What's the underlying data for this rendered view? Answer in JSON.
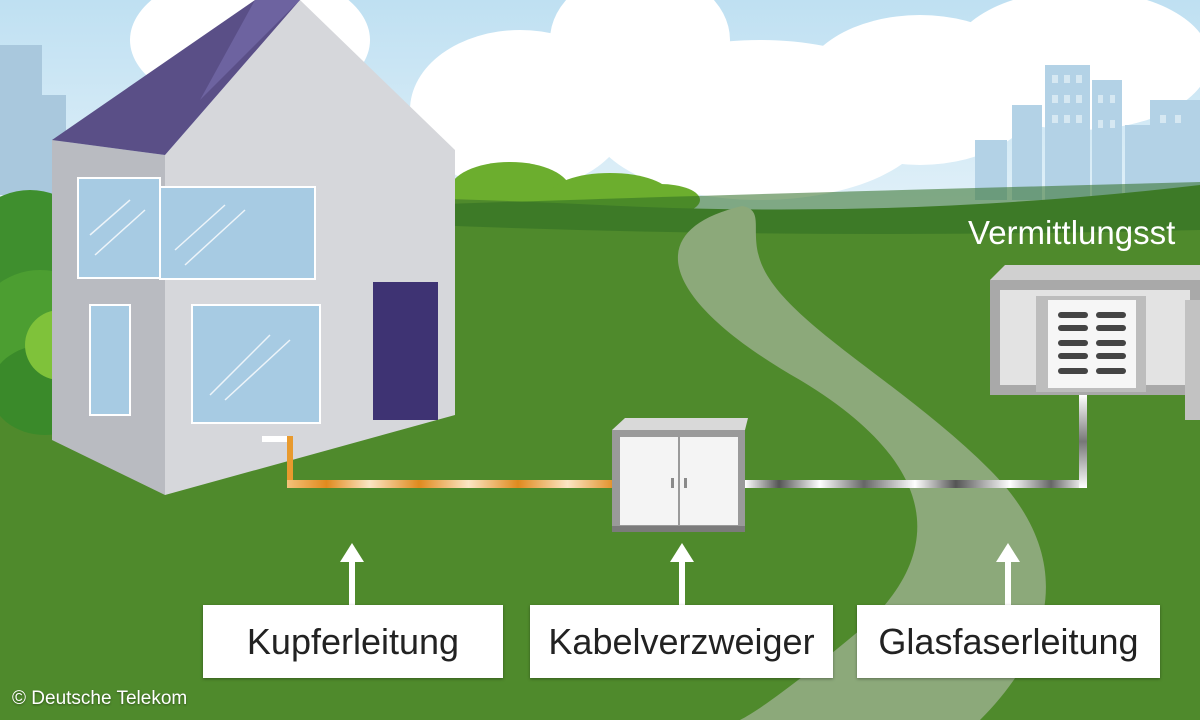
{
  "labels": {
    "copper_line": "Kupferleitung",
    "cable_distributor": "Kabelverzweiger",
    "fiber_line": "Glasfaserleitung",
    "exchange": "Vermittlungsst"
  },
  "copyright": "© Deutsche Telekom",
  "colors": {
    "sky": "#cfe7f4",
    "grass": "#4f8a2c",
    "grass_dark": "#2f6e24",
    "path": "#8ca97a",
    "house_wall": "#d3d4d8",
    "roof": "#5a4f87",
    "door": "#3e3373",
    "window": "#a7cbe3",
    "copper": "#e89a2e",
    "fiber": "#cfcfcf",
    "label_bg": "#ffffff",
    "label_text": "#222222"
  }
}
